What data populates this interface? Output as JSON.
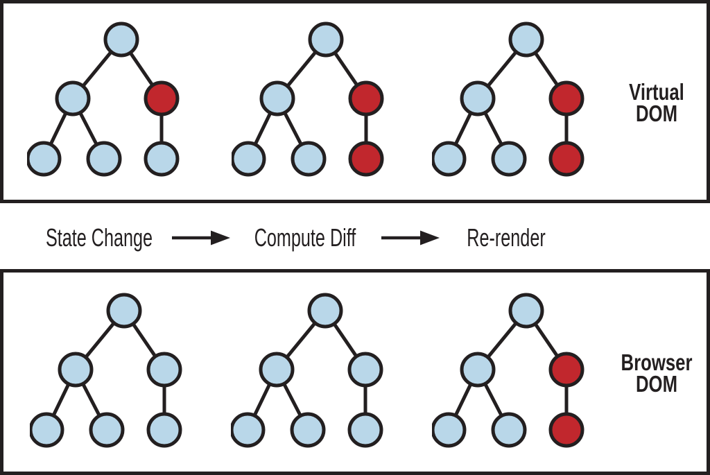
{
  "colors": {
    "blue": "#b9d7e9",
    "red": "#c1272d",
    "line": "#231f20"
  },
  "node_order": [
    "root",
    "left-child",
    "right-child",
    "bottom-left",
    "bottom-middle",
    "bottom-right"
  ],
  "panels": {
    "virtual": {
      "label_line1": "Virtual",
      "label_line2": "DOM",
      "trees": [
        [
          "blue",
          "blue",
          "red",
          "blue",
          "blue",
          "blue"
        ],
        [
          "blue",
          "blue",
          "red",
          "blue",
          "blue",
          "red"
        ],
        [
          "blue",
          "blue",
          "red",
          "blue",
          "blue",
          "red"
        ]
      ]
    },
    "browser": {
      "label_line1": "Browser",
      "label_line2": "DOM",
      "trees": [
        [
          "blue",
          "blue",
          "blue",
          "blue",
          "blue",
          "blue"
        ],
        [
          "blue",
          "blue",
          "blue",
          "blue",
          "blue",
          "blue"
        ],
        [
          "blue",
          "blue",
          "red",
          "blue",
          "blue",
          "red"
        ]
      ]
    }
  },
  "flow": {
    "step1": "State Change",
    "step2": "Compute Diff",
    "step3": "Re-render"
  }
}
